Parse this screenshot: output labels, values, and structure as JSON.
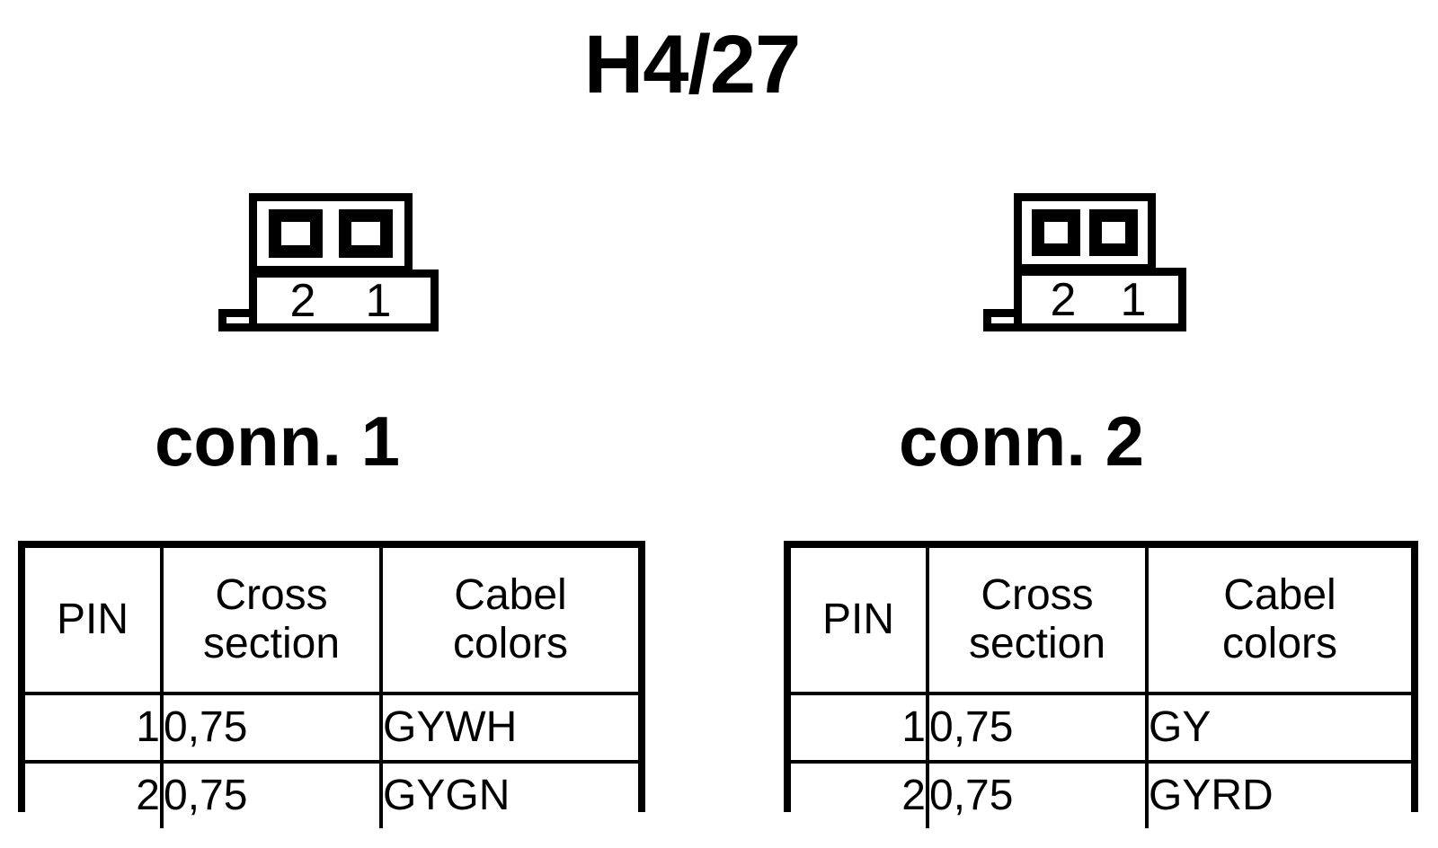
{
  "title": "H4/27",
  "connectors": [
    {
      "id": "conn-1",
      "caption": "conn. 1",
      "pin_labels": [
        "2",
        "1"
      ],
      "table": {
        "headers": {
          "pin": "PIN",
          "cross_line1": "Cross",
          "cross_line2": "section",
          "color_line1": "Cabel",
          "color_line2": "colors"
        },
        "rows": [
          {
            "pin": "1",
            "cross_section": "0,75",
            "cable_colors": "GYWH"
          },
          {
            "pin": "2",
            "cross_section": "0,75",
            "cable_colors": "GYGN"
          }
        ]
      }
    },
    {
      "id": "conn-2",
      "caption": "conn. 2",
      "pin_labels": [
        "2",
        "1"
      ],
      "table": {
        "headers": {
          "pin": "PIN",
          "cross_line1": "Cross",
          "cross_line2": "section",
          "color_line1": "Cabel",
          "color_line2": "colors"
        },
        "rows": [
          {
            "pin": "1",
            "cross_section": "0,75",
            "cable_colors": "GY"
          },
          {
            "pin": "2",
            "cross_section": "0,75",
            "cable_colors": "GYRD"
          }
        ]
      }
    }
  ],
  "colors": {
    "ink": "#000000",
    "background": "#ffffff"
  }
}
